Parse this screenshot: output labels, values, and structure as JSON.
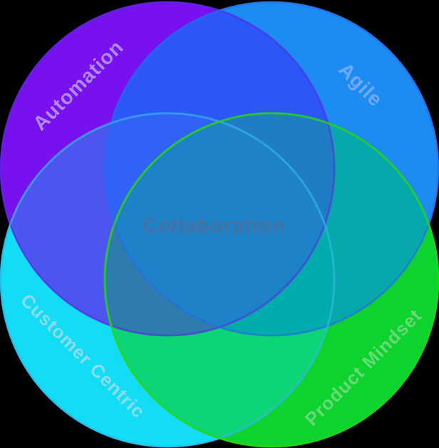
{
  "diagram": {
    "type": "venn",
    "set_count": 4,
    "sets": [
      {
        "id": "automation",
        "label": "Automation",
        "position": "top-left"
      },
      {
        "id": "agile",
        "label": "Agile",
        "position": "top-right"
      },
      {
        "id": "customer_centric",
        "label": "Customer Centric",
        "position": "bottom-left"
      },
      {
        "id": "product_mindset",
        "label": "Product Mindset",
        "position": "bottom-right"
      },
      {
        "id": "collaboration",
        "label": "Collaboration",
        "position": "center"
      }
    ]
  },
  "labels": {
    "automation": {
      "text": "Automation",
      "color": "#AE8BF1"
    },
    "agile": {
      "text": "Agile",
      "color": "#6FA9F5"
    },
    "customer_centric": {
      "text": "Customer Centric",
      "color": "#8ADCEC"
    },
    "product_mindset": {
      "text": "Product Mindset",
      "color": "#69D977"
    },
    "collaboration": {
      "text": "Collaboration",
      "color": "#47719F"
    }
  },
  "colors": {
    "background": "#000000",
    "regions": {
      "p": "#7711EE",
      "b": "#1C8CF2",
      "c": "#12DDF5",
      "g": "#0DD32E",
      "pb": "#2B57F7",
      "pc": "#4D55EF",
      "bg": "#06A8AB",
      "cg": "#0CD577",
      "pbc": "#3062F5",
      "pbg": "#1F7DC6",
      "pcg": "#2E7CAD",
      "bcg": "#00ACAC",
      "pbcg": "#1E82C8"
    },
    "strokes": {
      "p": "#5530E0",
      "b": "#2B66E8",
      "c": "#35B5EA",
      "g": "#2BD60F"
    }
  }
}
